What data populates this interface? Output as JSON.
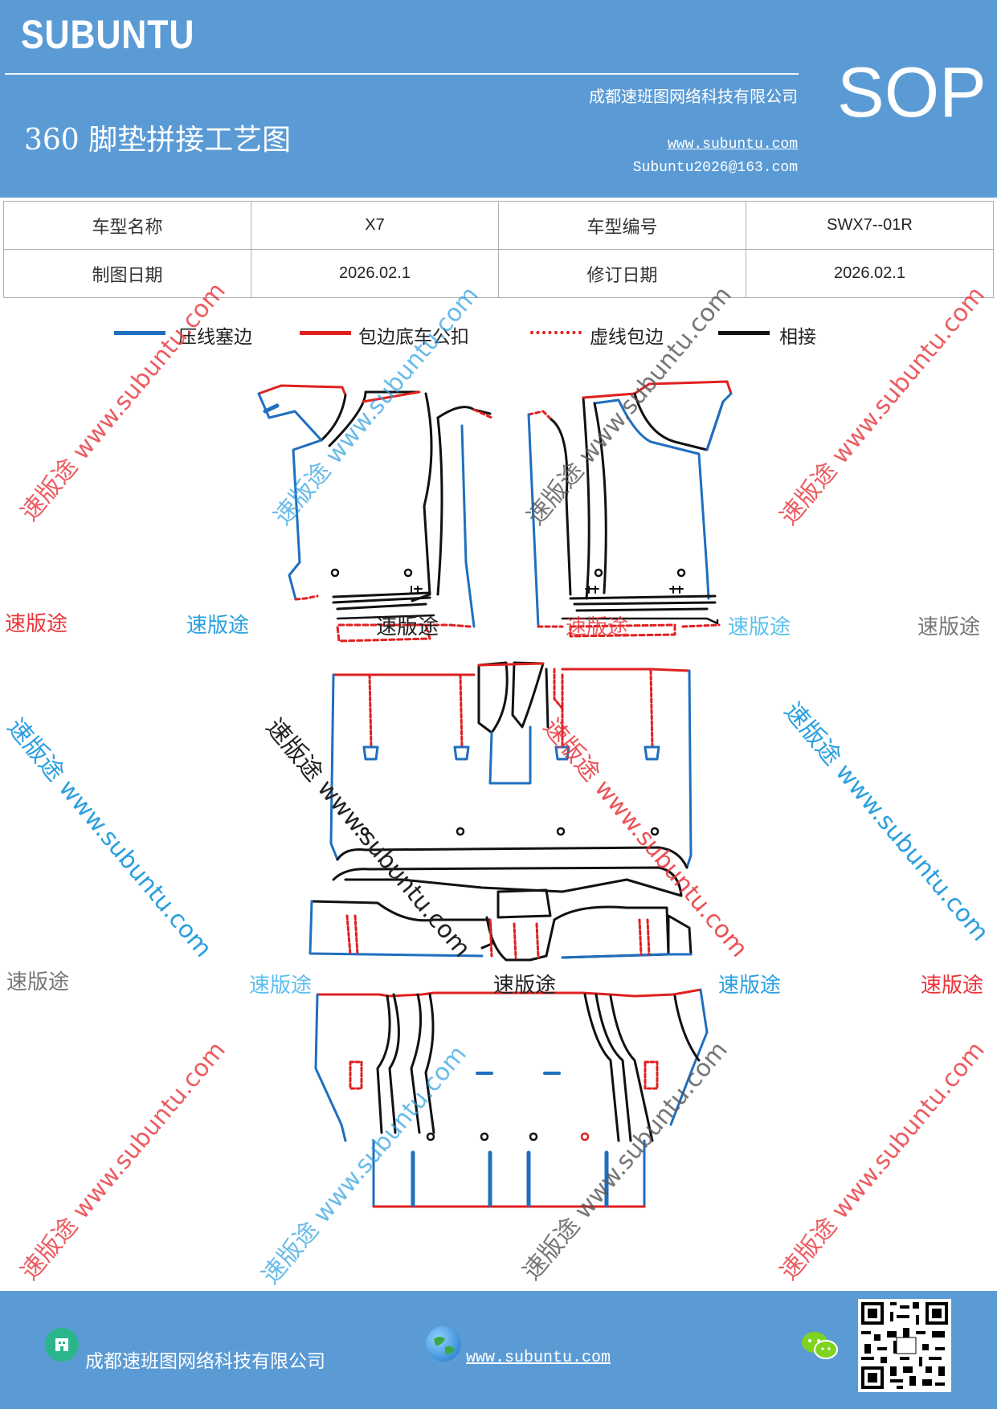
{
  "header": {
    "brand": "SUBUNTU",
    "title": "360 脚垫拼接工艺图",
    "company": "成都速班图网络科技有限公司",
    "website": "www.subuntu.com",
    "email": "Subuntu2026@163.com",
    "badge": "SOP"
  },
  "info_table": {
    "rows": [
      [
        "车型名称",
        "X7",
        "车型编号",
        "SWX7--01R"
      ],
      [
        "制图日期",
        "2026.02.1",
        "修订日期",
        "2026.02.1"
      ]
    ]
  },
  "legend": [
    {
      "label": "压线塞边",
      "color": "#1f6fbf",
      "style": "solid"
    },
    {
      "label": "包边底车公扣",
      "color": "#e02020",
      "style": "solid"
    },
    {
      "label": "虚线包边",
      "color": "#e02020",
      "style": "dashed"
    },
    {
      "label": "相接",
      "color": "#111111",
      "style": "solid"
    }
  ],
  "watermarks": {
    "brand_cn": "速版途",
    "diagonal": "速版途 www.subuntu.com",
    "colors": {
      "red": "#e8343a",
      "blue": "#2a9fe0",
      "gray": "#777777",
      "black": "#222222"
    }
  },
  "footer": {
    "company": "成都速班图网络科技有限公司",
    "website": "www.subuntu.com",
    "icons": [
      "building-icon",
      "globe-icon",
      "wechat-icon",
      "qr-code"
    ]
  }
}
